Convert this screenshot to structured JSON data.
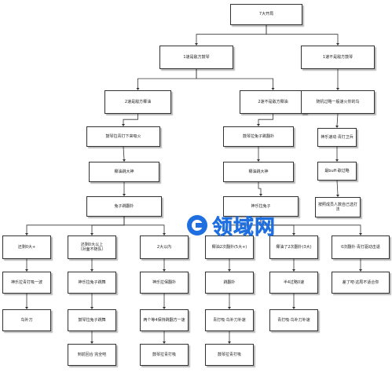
{
  "diagram": {
    "nodes": [
      {
        "id": "root",
        "label": "7大开局"
      },
      {
        "id": "a1",
        "label": "1速是敌方鼓琴"
      },
      {
        "id": "a2",
        "label": "1速不是敌方鼓琴"
      },
      {
        "id": "b1",
        "label": "2速是敌方椰油"
      },
      {
        "id": "b2",
        "label": "2速不是敌方椰油"
      },
      {
        "id": "b3",
        "label": "随机过略一般速火你的鸟"
      },
      {
        "id": "c1",
        "label": "鼓琴拉青打下来吸火"
      },
      {
        "id": "c2",
        "label": "鼓琴拉兔子跳翻扑"
      },
      {
        "id": "c3",
        "label": "神乐速动·青打卫兵"
      },
      {
        "id": "d1",
        "label": "椰油跳大神"
      },
      {
        "id": "d2",
        "label": "椰油跳大神"
      },
      {
        "id": "d3",
        "label": "最buff·歌过略"
      },
      {
        "id": "e1",
        "label": "兔子跳翻扑"
      },
      {
        "id": "e2",
        "label": "神乐拉兔子"
      },
      {
        "id": "e3",
        "label": "按照成员人数自己选打法"
      },
      {
        "id": "f1",
        "label": "还剩0大+"
      },
      {
        "id": "f2",
        "label": "还剩0大以上\n（对面不随队）"
      },
      {
        "id": "f3",
        "label": "2大以内"
      },
      {
        "id": "f4",
        "label": "椰油2次翻扑(5大+)"
      },
      {
        "id": "f5",
        "label": "椰油了2次翻扑(3大)"
      },
      {
        "id": "f6",
        "label": "0次翻扑·青打驱动击退"
      },
      {
        "id": "g1",
        "label": "神乐拉青打吸一波"
      },
      {
        "id": "g2",
        "label": "神乐拉兔子跳舞"
      },
      {
        "id": "g3",
        "label": "神乐拉保翻扑"
      },
      {
        "id": "g4",
        "label": "跳翻扑"
      },
      {
        "id": "g5",
        "label": "半4过略0速"
      },
      {
        "id": "g6",
        "label": "差了吧·这局不适合你"
      },
      {
        "id": "h1",
        "label": "鸟补刀"
      },
      {
        "id": "h2",
        "label": "鼓琴拉兔子跳舞"
      },
      {
        "id": "h3",
        "label": "两个等4保持跳翻方一速"
      },
      {
        "id": "h4",
        "label": "青打吸·鸟补刀补速"
      },
      {
        "id": "h5",
        "label": "青打吸·鸟补刀补速"
      },
      {
        "id": "i1",
        "label": "到前回合 完全吧"
      },
      {
        "id": "i2",
        "label": "鼓琴拉青打吸"
      },
      {
        "id": "i3",
        "label": "鼓琴拉青打吸"
      }
    ],
    "watermark": {
      "text": "领域网"
    },
    "colors": {
      "line": "#333333",
      "node_border": "#333333",
      "watermark": "#1f6fe0"
    }
  }
}
